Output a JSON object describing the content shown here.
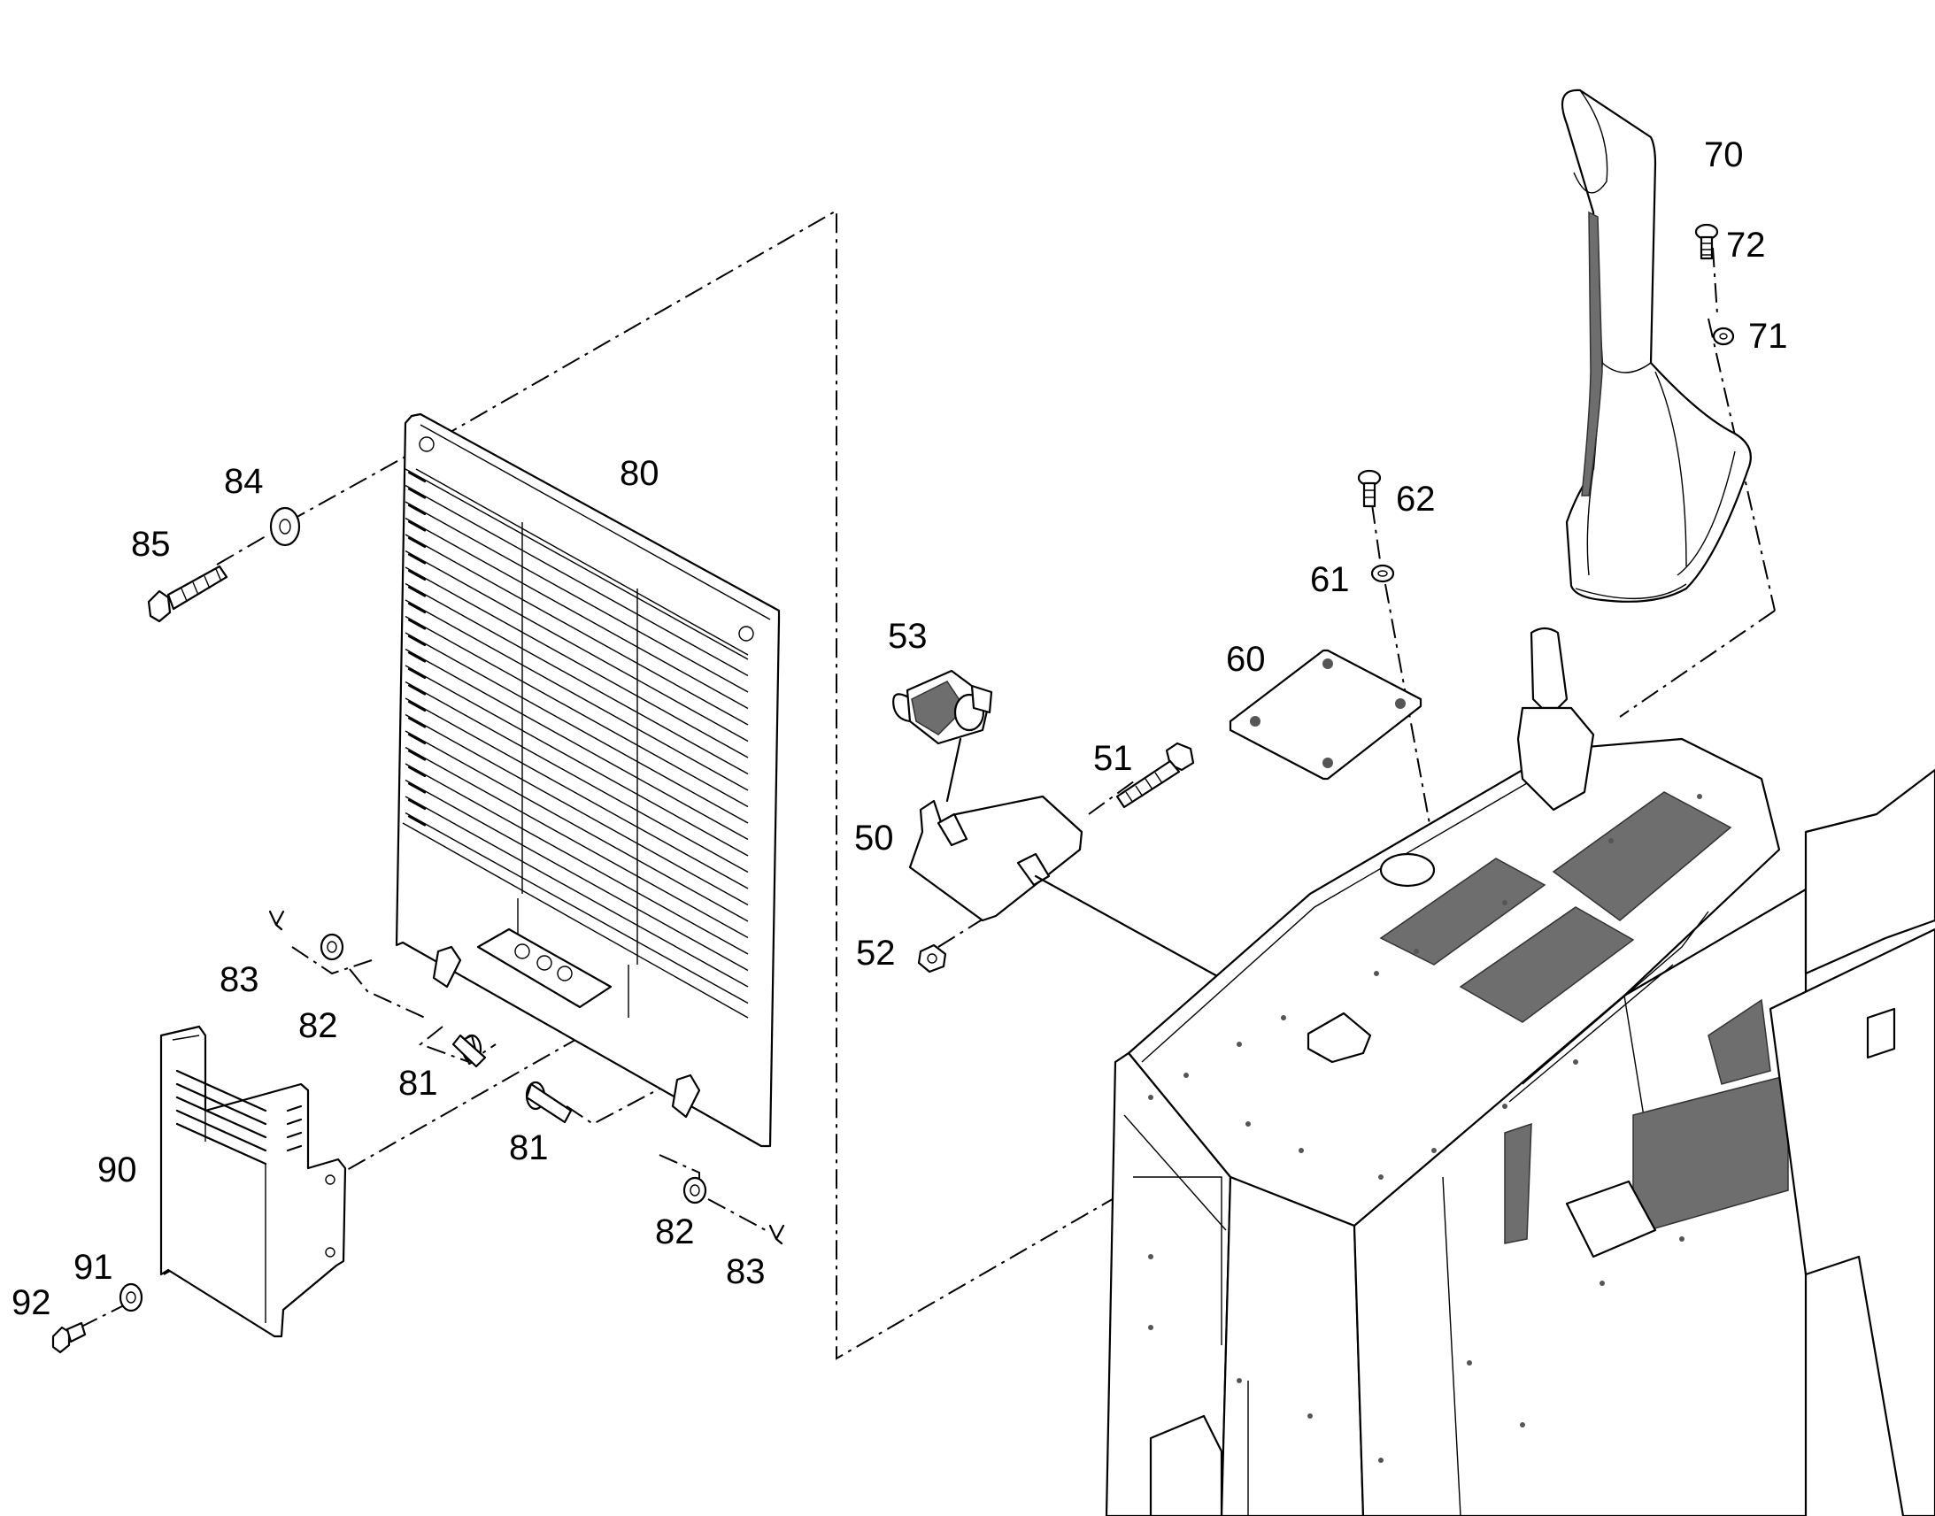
{
  "diagram": {
    "callouts": [
      {
        "id": "c70",
        "text": "70"
      },
      {
        "id": "c72",
        "text": "72"
      },
      {
        "id": "c71",
        "text": "71"
      },
      {
        "id": "c80",
        "text": "80"
      },
      {
        "id": "c84",
        "text": "84"
      },
      {
        "id": "c85",
        "text": "85"
      },
      {
        "id": "c62",
        "text": "62"
      },
      {
        "id": "c61",
        "text": "61"
      },
      {
        "id": "c53",
        "text": "53"
      },
      {
        "id": "c60",
        "text": "60"
      },
      {
        "id": "c51",
        "text": "51"
      },
      {
        "id": "c50",
        "text": "50"
      },
      {
        "id": "c52",
        "text": "52"
      },
      {
        "id": "c83a",
        "text": "83"
      },
      {
        "id": "c82a",
        "text": "82"
      },
      {
        "id": "c81a",
        "text": "81"
      },
      {
        "id": "c81b",
        "text": "81"
      },
      {
        "id": "c90",
        "text": "90"
      },
      {
        "id": "c82b",
        "text": "82"
      },
      {
        "id": "c83b",
        "text": "83"
      },
      {
        "id": "c91",
        "text": "91"
      },
      {
        "id": "c92",
        "text": "92"
      }
    ]
  }
}
